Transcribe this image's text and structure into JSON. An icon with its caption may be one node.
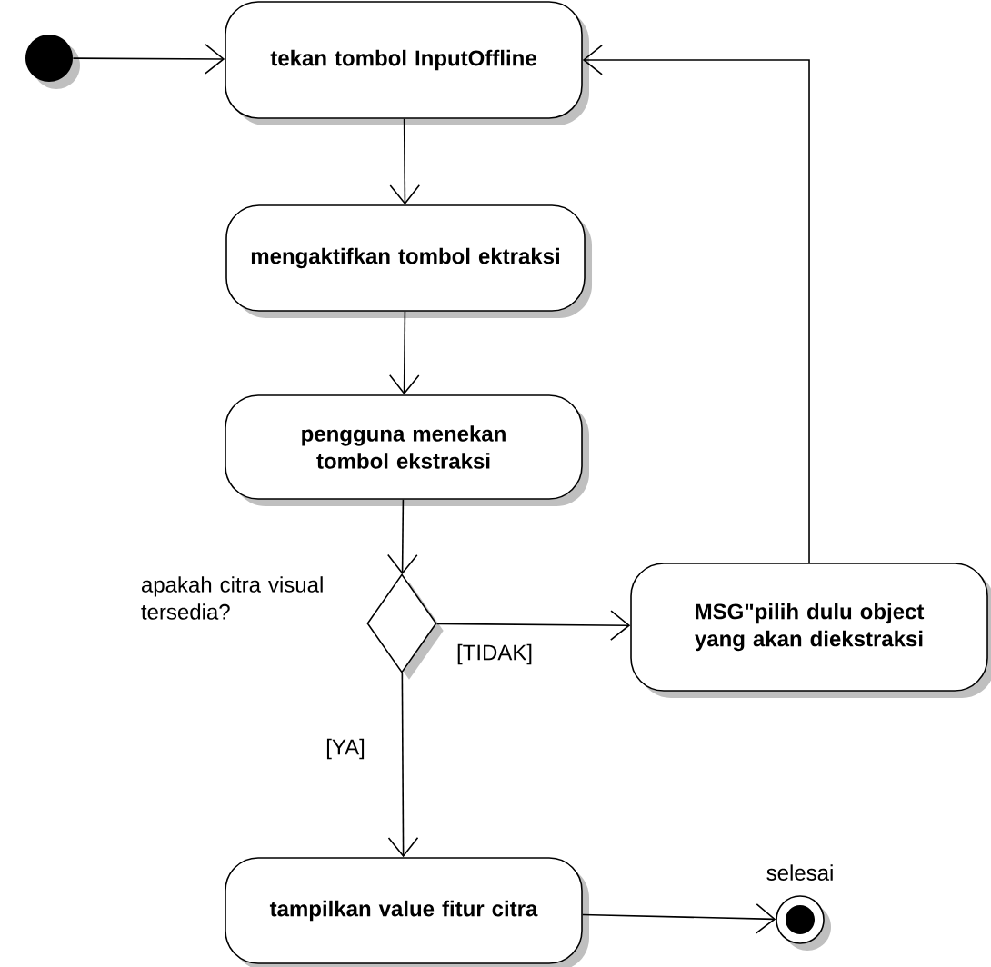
{
  "diagram": {
    "nodes": [
      {
        "text": [],
        "shape": "circle"
      },
      {
        "text": [
          "tekan tombol InputOffline"
        ]
      },
      {
        "text": [
          "mengaktifkan tombol ektraksi"
        ]
      },
      {
        "text": [
          "pengguna menekan tombol ekstraksi"
        ]
      },
      {
        "text": [],
        "shape": "diamond",
        "beside": [
          "apakah citra visual tersedia?"
        ]
      },
      {
        "text": [
          "MSG\"pilih dulu object yang akan diekstraksi"
        ]
      },
      {
        "text": [
          "tampilkan value fitur citra"
        ]
      },
      {
        "text": [],
        "shape": "circle",
        "beside": [
          "selesai"
        ]
      }
    ],
    "edges": [
      {
        "from": 0,
        "to": 1,
        "arrow": "to"
      },
      {
        "from": 1,
        "to": 2,
        "arrow": "to"
      },
      {
        "from": 2,
        "to": 3,
        "arrow": "to"
      },
      {
        "from": 3,
        "to": 4,
        "arrow": "to"
      },
      {
        "from": 4,
        "to": 5,
        "arrow": "to",
        "label": "[TIDAK]"
      },
      {
        "from": 4,
        "to": 6,
        "arrow": "to",
        "label": "[YA]"
      },
      {
        "from": 6,
        "to": 7,
        "arrow": "to"
      },
      {
        "from": 5,
        "to": 1,
        "arrow": "to"
      }
    ]
  }
}
